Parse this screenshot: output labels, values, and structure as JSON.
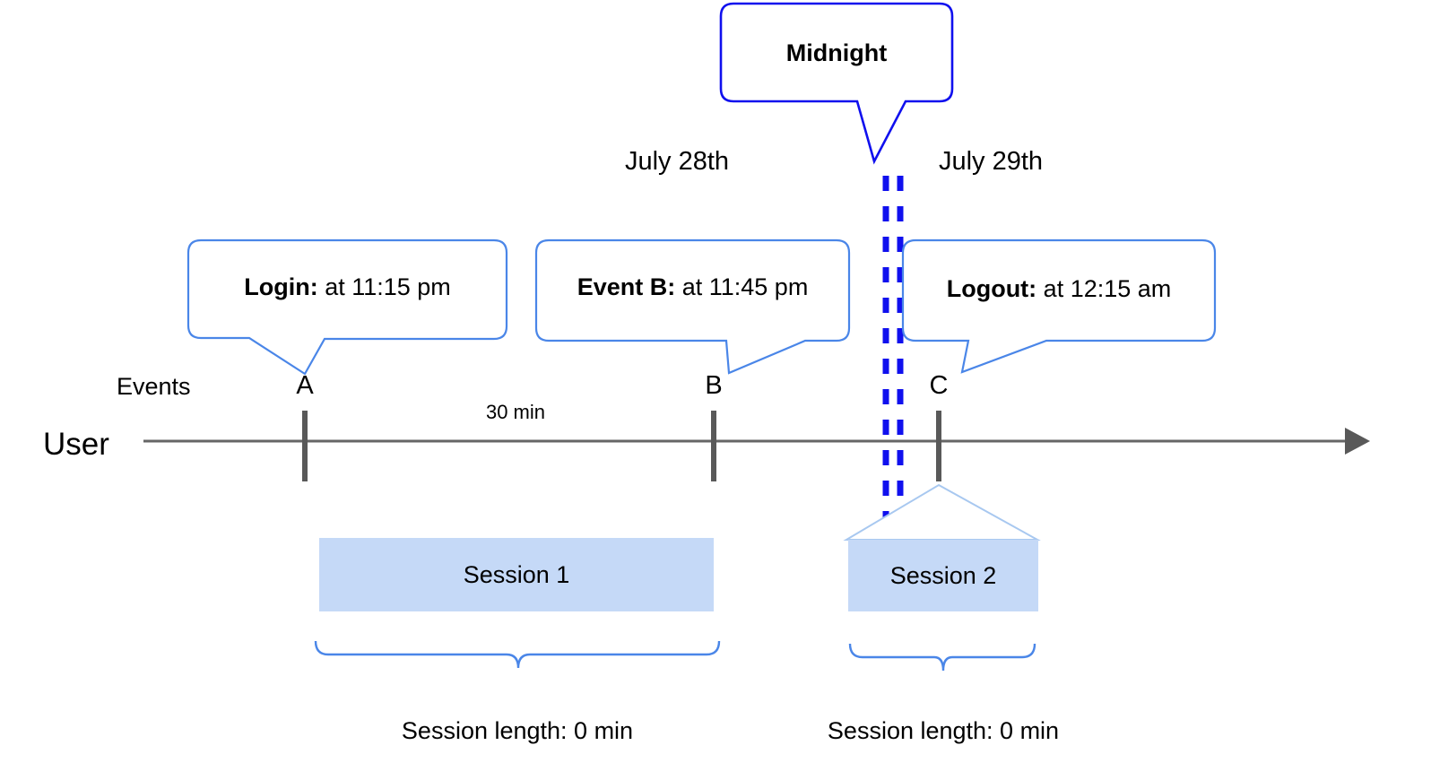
{
  "diagram": {
    "title_tooltip": "Midnight",
    "axis_label": "User",
    "events_label": "Events",
    "duration_label": "30 min",
    "dates": [
      {
        "label": "July 28th"
      },
      {
        "label": "July 29th"
      }
    ],
    "markers": [
      {
        "id": "A",
        "label": "A"
      },
      {
        "id": "B",
        "label": "B"
      },
      {
        "id": "C",
        "label": "C"
      }
    ],
    "callouts": [
      {
        "id": "login",
        "bold": "Login:",
        "rest": " at 11:15 pm"
      },
      {
        "id": "eventb",
        "bold": "Event B:",
        "rest": " at 11:45 pm"
      },
      {
        "id": "logout",
        "bold": "Logout:",
        "rest": " at 12:15 am"
      }
    ],
    "sessions": [
      {
        "id": "session-1",
        "label": "Session 1",
        "length_label": "Session length: 0 min"
      },
      {
        "id": "session-2",
        "label": "Session 2",
        "length_label": "Session length: 0 min"
      }
    ],
    "colors": {
      "callout_border": "#4a86e8",
      "midnight_border": "#1010ee",
      "midnight_dash": "#1010ee",
      "axis": "#666666",
      "tick": "#595959",
      "session_fill": "#c5d9f7",
      "brace": "#4a86e8",
      "funnel": "#a8c8f0",
      "text": "#000000"
    }
  }
}
